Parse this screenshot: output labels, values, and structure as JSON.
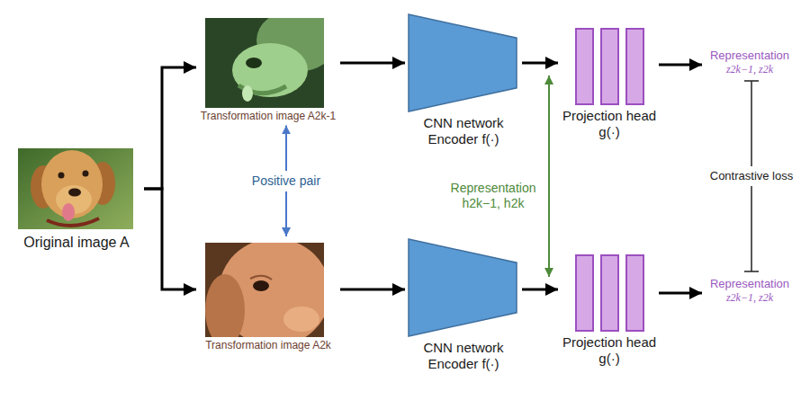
{
  "diagram": {
    "nodes": [
      {
        "text": [
          "Original image A"
        ]
      },
      {
        "text": [
          "Transformation image A2k-1"
        ]
      },
      {
        "text": [
          "Transformation image A2k"
        ]
      },
      {
        "text": [
          "CNN network Encoder f(·)"
        ]
      },
      {
        "text": [
          "Projection head g(·)"
        ]
      },
      {
        "text": [
          "Representation",
          "z2k−1, z2k"
        ]
      },
      {
        "text": [
          "CNN network Encoder f(·)"
        ]
      },
      {
        "text": [
          "Projection head g(·)"
        ]
      },
      {
        "text": [
          "Representation",
          "z2k−1, z2k"
        ]
      }
    ],
    "edges": [
      {
        "from": 0,
        "to": 1,
        "arrow": "to"
      },
      {
        "from": 0,
        "to": 2,
        "arrow": "to"
      },
      {
        "from": 1,
        "to": 2,
        "label": "Positive pair",
        "arrow": "both"
      },
      {
        "from": 1,
        "to": 3,
        "arrow": "to"
      },
      {
        "from": 2,
        "to": 6,
        "arrow": "to"
      },
      {
        "from": 3,
        "to": 4,
        "arrow": "to"
      },
      {
        "from": 6,
        "to": 7,
        "arrow": "to"
      },
      {
        "from": 4,
        "to": 5,
        "arrow": "to"
      },
      {
        "from": 7,
        "to": 8,
        "arrow": "to"
      },
      {
        "from": 5,
        "to": 8,
        "label": "Contrastive loss",
        "arrow": "none"
      }
    ],
    "labels": [
      "Representation h2k−1, h2k"
    ]
  }
}
